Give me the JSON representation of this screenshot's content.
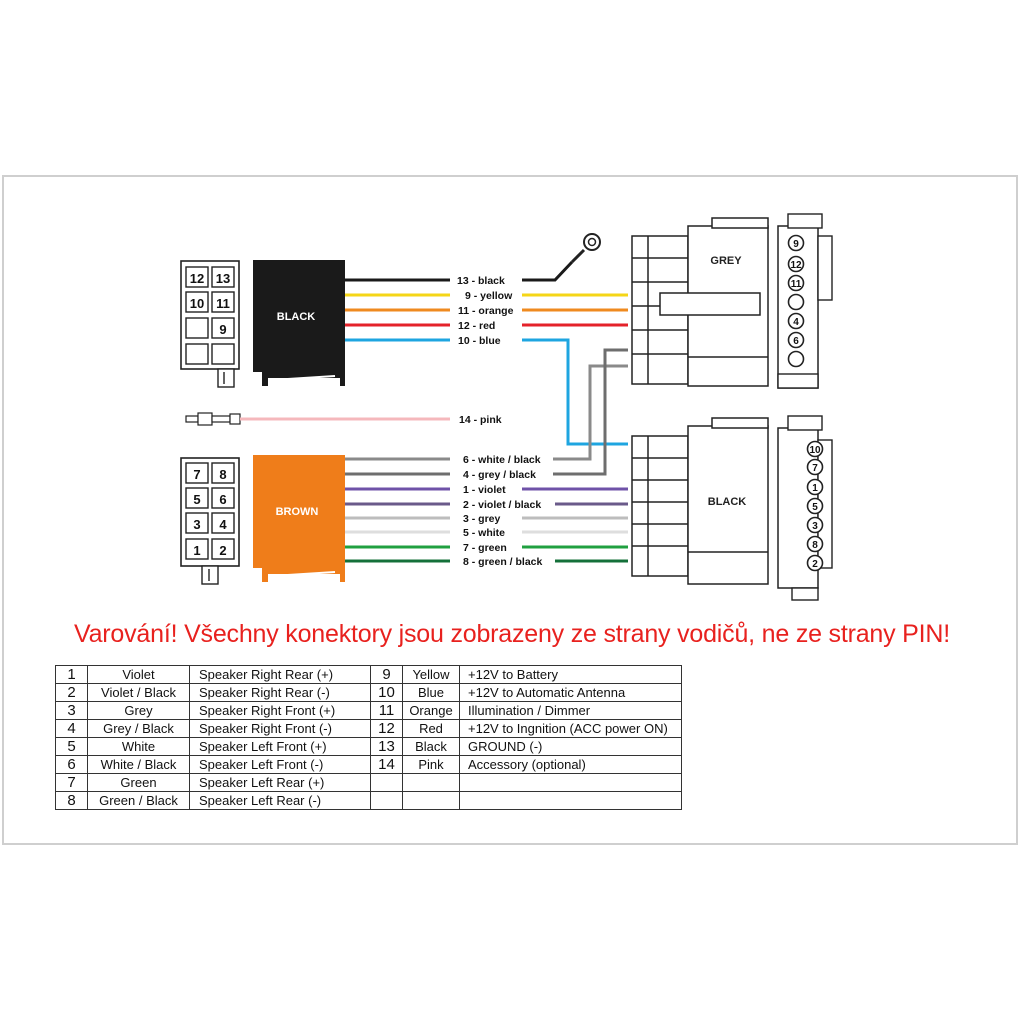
{
  "left_iso_top": {
    "label": "BLACK",
    "color": "#1a1a1a",
    "pins": [
      "12",
      "13",
      "10",
      "11",
      "",
      "9",
      "",
      ""
    ]
  },
  "left_iso_bottom": {
    "label": "BROWN",
    "color": "#ef7d1a",
    "pins": [
      "7",
      "8",
      "5",
      "6",
      "3",
      "4",
      "1",
      "2"
    ]
  },
  "right_top": {
    "label": "GREY",
    "pins": [
      "9",
      "12",
      "11",
      "",
      "4",
      "6",
      ""
    ]
  },
  "right_bottom": {
    "label": "BLACK",
    "pins": [
      "10",
      "7",
      "1",
      "5",
      "3",
      "8",
      "2"
    ]
  },
  "wires": [
    {
      "label": "13 - black",
      "color": "#1a1a1a"
    },
    {
      "label": "9 - yellow",
      "color": "#f5d617"
    },
    {
      "label": "11 - orange",
      "color": "#ef8a1f"
    },
    {
      "label": "12 - red",
      "color": "#e4222a"
    },
    {
      "label": "10 - blue",
      "color": "#1ea5e0"
    },
    {
      "label": "14 - pink",
      "color": "#f5b8bc"
    },
    {
      "label": "6 - white / black",
      "color": "#8a8a8a"
    },
    {
      "label": "4 - grey / black",
      "color": "#6e6e6e"
    },
    {
      "label": "1 - violet",
      "color": "#6f52a8"
    },
    {
      "label": "2 - violet / black",
      "color": "#6a5a8a"
    },
    {
      "label": "3 - grey",
      "color": "#bdbdbd"
    },
    {
      "label": "5 - white",
      "color": "#dedede"
    },
    {
      "label": "7 - green",
      "color": "#20a040"
    },
    {
      "label": "8 - green / black",
      "color": "#14703a"
    }
  ],
  "warning": "Varování! Všechny konektory jsou zobrazeny ze strany vodičů, ne ze strany PIN!",
  "table": [
    {
      "n1": "1",
      "c1": "Violet",
      "f1": "Speaker Right Rear (+)",
      "n2": "9",
      "c2": "Yellow",
      "f2": "+12V to Battery"
    },
    {
      "n1": "2",
      "c1": "Violet / Black",
      "f1": "Speaker Right Rear (-)",
      "n2": "10",
      "c2": "Blue",
      "f2": "+12V to Automatic Antenna"
    },
    {
      "n1": "3",
      "c1": "Grey",
      "f1": "Speaker Right Front (+)",
      "n2": "11",
      "c2": "Orange",
      "f2": "Illumination / Dimmer"
    },
    {
      "n1": "4",
      "c1": "Grey / Black",
      "f1": "Speaker Right Front (-)",
      "n2": "12",
      "c2": "Red",
      "f2": "+12V to Ingnition (ACC power ON)"
    },
    {
      "n1": "5",
      "c1": "White",
      "f1": "Speaker Left Front (+)",
      "n2": "13",
      "c2": "Black",
      "f2": "GROUND (-)"
    },
    {
      "n1": "6",
      "c1": "White / Black",
      "f1": "Speaker Left Front (-)",
      "n2": "14",
      "c2": "Pink",
      "f2": "Accessory (optional)"
    },
    {
      "n1": "7",
      "c1": "Green",
      "f1": "Speaker Left Rear (+)",
      "n2": "",
      "c2": "",
      "f2": ""
    },
    {
      "n1": "8",
      "c1": "Green / Black",
      "f1": "Speaker Left Rear (-)",
      "n2": "",
      "c2": "",
      "f2": ""
    }
  ]
}
